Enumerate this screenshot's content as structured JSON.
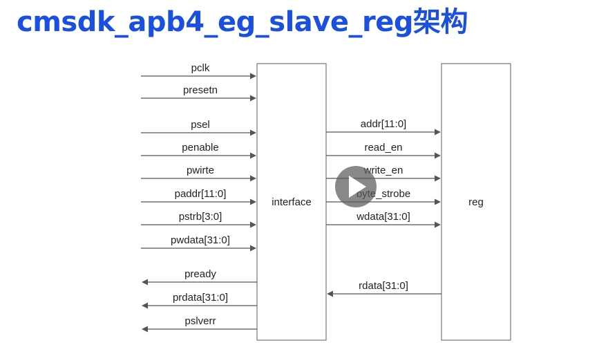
{
  "title": "cmsdk_apb4_eg_slave_reg架构",
  "blocks": {
    "interface": "interface",
    "reg": "reg"
  },
  "apb_inputs": [
    "pclk",
    "presetn",
    "psel",
    "penable",
    "pwirte",
    "paddr[11:0]",
    "pstrb[3:0]",
    "pwdata[31:0]"
  ],
  "apb_outputs": [
    "pready",
    "prdata[31:0]",
    "pslverr"
  ],
  "to_reg": [
    "addr[11:0]",
    "read_en",
    "write_en",
    "byte_strobe",
    "wdata[31:0]"
  ],
  "from_reg": [
    "rdata[31:0]"
  ],
  "player": {
    "icon": "play-icon"
  }
}
